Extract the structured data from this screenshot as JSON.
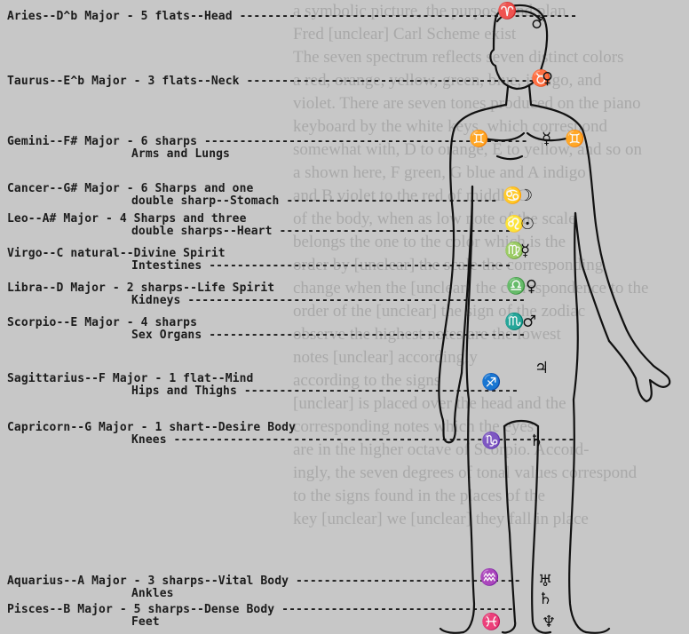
{
  "background_text": [
    "a symbolic picture, the purpose and plan",
    "Fred [unclear] Carl Scheme exist",
    "The seven spectrum reflects seven distinct colors",
    "a red, orange, yellow, green, blue, indigo, and",
    "violet. There are seven tones produced on the piano",
    "keyboard by the white keys, which correspond",
    "somewhat with, D to orange, E to yellow, and so on",
    "a shown here, F green, G blue and A indigo",
    "and B violet to the red of middle C",
    "of the body, when as low note of the scale",
    "belongs the one to the color which is the",
    "order by [unclear] the scale the corresponding",
    "change when the [unclear] the correspondence to the",
    "order of the [unclear] the sign of the zodiac",
    "observe the highest notes are the lowest",
    "notes [unclear] accordingly",
    "according to the signs",
    "[unclear] is placed over the head and the",
    "corresponding notes which the eyes",
    "are in the higher octave of Scorpio. Accord-",
    "ingly, the seven degrees of tonal values correspond",
    "to the signs found in the places of the",
    "key [unclear] we [unclear] they fall in place"
  ],
  "labels": [
    {
      "sign": "Aries",
      "line": "Aries--D^b Major - 5 flats--Head ------------------------------------------------",
      "sub": ""
    },
    {
      "sign": "Taurus",
      "line": "Taurus--E^b Major - 3 flats--Neck ------------------------------------------",
      "sub": ""
    },
    {
      "sign": "Gemini",
      "line": "Gemini--F# Major - 6 sharps ----------------------------------------------",
      "sub": "Arms and Lungs"
    },
    {
      "sign": "Cancer",
      "line": "Cancer--G# Major - 6 Sharps and one",
      "sub": "double sharp--Stomach ------------------------------"
    },
    {
      "sign": "Leo",
      "line": "Leo--A# Major - 4 Sharps and three",
      "sub": "double sharps--Heart ---------------------------------"
    },
    {
      "sign": "Virgo",
      "line": "Virgo--C natural--Divine Spirit",
      "sub": "Intestines -------------------------------------------"
    },
    {
      "sign": "Libra",
      "line": "Libra--D Major - 2 sharps--Life Spirit",
      "sub": "Kidneys ------------------------------------------------"
    },
    {
      "sign": "Scorpio",
      "line": "Scorpio--E Major - 4 sharps",
      "sub": "Sex Organs ---------------------------------------------"
    },
    {
      "sign": "Sagittarius",
      "line": "Sagittarius--F Major - 1 flat--Mind",
      "sub": "Hips and Thighs ---------------------------------------"
    },
    {
      "sign": "Capricorn",
      "line": "Capricorn--G Major - 1 shart--Desire Body",
      "sub": "Knees ---------------------------------------------------------"
    },
    {
      "sign": "Aquarius",
      "line": "Aquarius--A Major - 3 sharps--Vital Body --------------------------------",
      "sub": "Ankles"
    },
    {
      "sign": "Pisces",
      "line": "Pisces--B Major - 5 sharps--Dense Body ---------------------------------",
      "sub": "Feet"
    }
  ],
  "symbols": {
    "aries": "♈",
    "mars": "♂",
    "taurus": "♉",
    "venus": "♀",
    "gemini": "♊",
    "mercury": "☿",
    "cancer": "♋",
    "moon": "☽",
    "leo": "♌",
    "sun": "☉",
    "virgo": "♍",
    "libra": "♎",
    "scorpio": "♏",
    "sagittarius": "♐",
    "jupiter": "♃",
    "capricorn": "♑",
    "saturn": "♄",
    "aquarius": "♒",
    "uranus": "♅",
    "pisces": "♓",
    "neptune": "♆"
  }
}
